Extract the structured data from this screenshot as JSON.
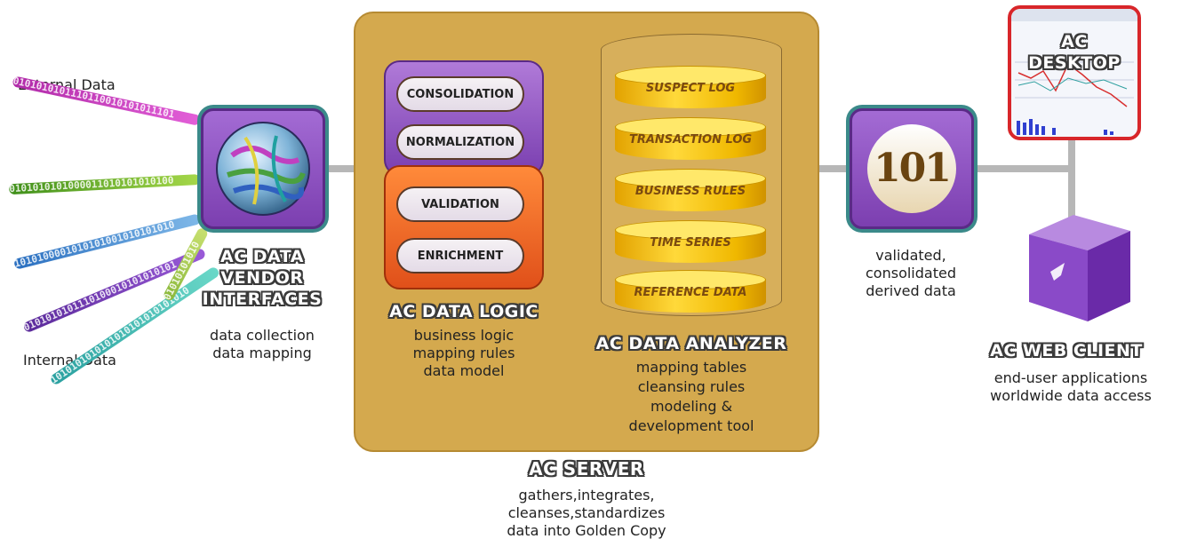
{
  "left": {
    "external_label": "External Data",
    "internal_label": "Internal Data"
  },
  "vendor": {
    "title_line1": "AC DATA",
    "title_line2": "VENDOR",
    "title_line3": "INTERFACES",
    "desc_line1": "data collection",
    "desc_line2": "data mapping"
  },
  "logic": {
    "pills": [
      "CONSOLIDATION",
      "NORMALIZATION",
      "VALIDATION",
      "ENRICHMENT"
    ],
    "title": "AC DATA LOGIC",
    "desc": [
      "business logic",
      "mapping rules",
      "data model"
    ]
  },
  "analyzer": {
    "disks": [
      "SUSPECT LOG",
      "TRANSACTION LOG",
      "BUSINESS RULES",
      "TIME SERIES",
      "REFERENCE DATA"
    ],
    "title": "AC DATA ANALYZER",
    "desc": [
      "mapping tables",
      "cleansing rules",
      "modeling &",
      "development tool"
    ]
  },
  "server": {
    "title": "AC SERVER",
    "desc": [
      "gathers,integrates,",
      "cleanses,standardizes",
      "data into Golden Copy"
    ]
  },
  "output": {
    "badge": "101",
    "desc": [
      "validated,",
      "consolidated",
      "derived data"
    ]
  },
  "desktop": {
    "title_line1": "AC",
    "title_line2": "DESKTOP"
  },
  "webclient": {
    "title": "AC WEB CLIENT",
    "desc": [
      "end-user applications",
      "worldwide data access"
    ]
  },
  "colors": {
    "server": "#d4a94e",
    "purple": "#8b4fc4",
    "teal": "#3b8a8a",
    "disk": "#f2c200",
    "desktop_border": "#d8262a"
  },
  "icons": [
    "binary-stream-icon",
    "globe-icon",
    "database-cylinder-icon",
    "monitor-icon",
    "cube-icon"
  ]
}
